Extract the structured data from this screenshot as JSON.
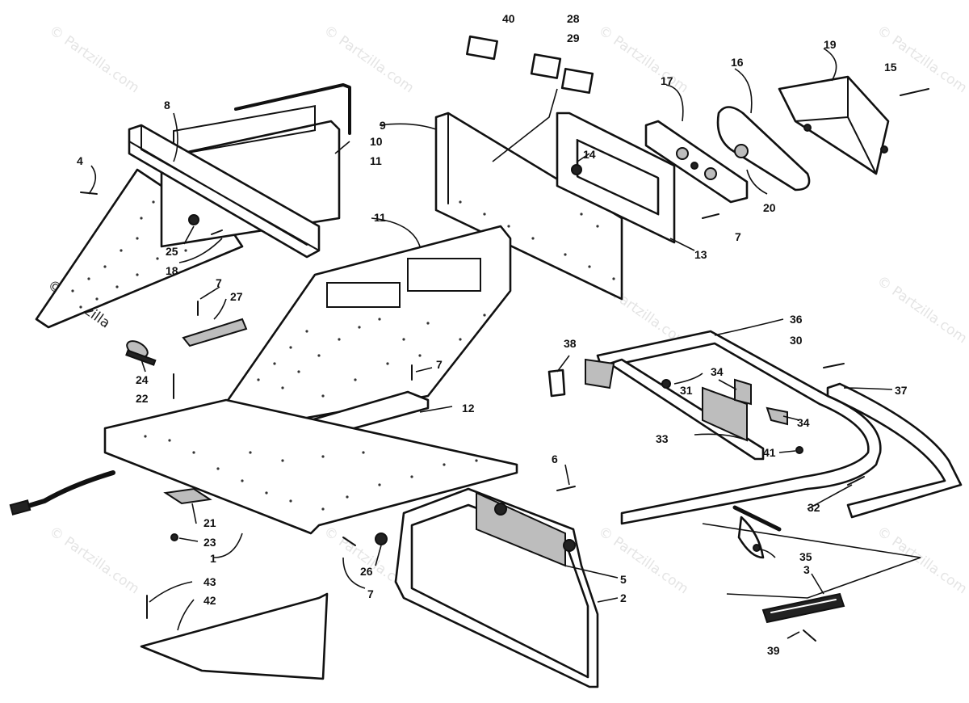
{
  "callouts": [
    {
      "id": "c40",
      "label": "40"
    },
    {
      "id": "c28",
      "label": "28"
    },
    {
      "id": "c29",
      "label": "29"
    },
    {
      "id": "c19",
      "label": "19"
    },
    {
      "id": "c16",
      "label": "16"
    },
    {
      "id": "c15",
      "label": "15"
    },
    {
      "id": "c17",
      "label": "17"
    },
    {
      "id": "c9",
      "label": "9"
    },
    {
      "id": "c8",
      "label": "8"
    },
    {
      "id": "c10",
      "label": "10"
    },
    {
      "id": "c11a",
      "label": "11"
    },
    {
      "id": "c4",
      "label": "4"
    },
    {
      "id": "c14",
      "label": "14"
    },
    {
      "id": "c20",
      "label": "20"
    },
    {
      "id": "c7a",
      "label": "7"
    },
    {
      "id": "c13",
      "label": "13"
    },
    {
      "id": "c25",
      "label": "25"
    },
    {
      "id": "c18",
      "label": "18"
    },
    {
      "id": "c11b",
      "label": "11"
    },
    {
      "id": "c7b",
      "label": "7"
    },
    {
      "id": "c27",
      "label": "27"
    },
    {
      "id": "c36",
      "label": "36"
    },
    {
      "id": "c30",
      "label": "30"
    },
    {
      "id": "c38",
      "label": "38"
    },
    {
      "id": "c7c",
      "label": "7"
    },
    {
      "id": "c34a",
      "label": "34"
    },
    {
      "id": "c31",
      "label": "31"
    },
    {
      "id": "c37",
      "label": "37"
    },
    {
      "id": "c24",
      "label": "24"
    },
    {
      "id": "c22",
      "label": "22"
    },
    {
      "id": "c12",
      "label": "12"
    },
    {
      "id": "c34b",
      "label": "34"
    },
    {
      "id": "c33",
      "label": "33"
    },
    {
      "id": "c41",
      "label": "41"
    },
    {
      "id": "c6",
      "label": "6"
    },
    {
      "id": "c32",
      "label": "32"
    },
    {
      "id": "c21",
      "label": "21"
    },
    {
      "id": "c23",
      "label": "23"
    },
    {
      "id": "c1",
      "label": "1"
    },
    {
      "id": "c35",
      "label": "35"
    },
    {
      "id": "c26",
      "label": "26"
    },
    {
      "id": "c5",
      "label": "5"
    },
    {
      "id": "c3",
      "label": "3"
    },
    {
      "id": "c43",
      "label": "43"
    },
    {
      "id": "c42",
      "label": "42"
    },
    {
      "id": "c7d",
      "label": "7"
    },
    {
      "id": "c2",
      "label": "2"
    },
    {
      "id": "c39",
      "label": "39"
    }
  ],
  "watermark": {
    "text": "© Partzilla.com",
    "short": "© Partzilla",
    "tail": ".com",
    "prefix": "©",
    "corner": "© Partzilla.com"
  }
}
